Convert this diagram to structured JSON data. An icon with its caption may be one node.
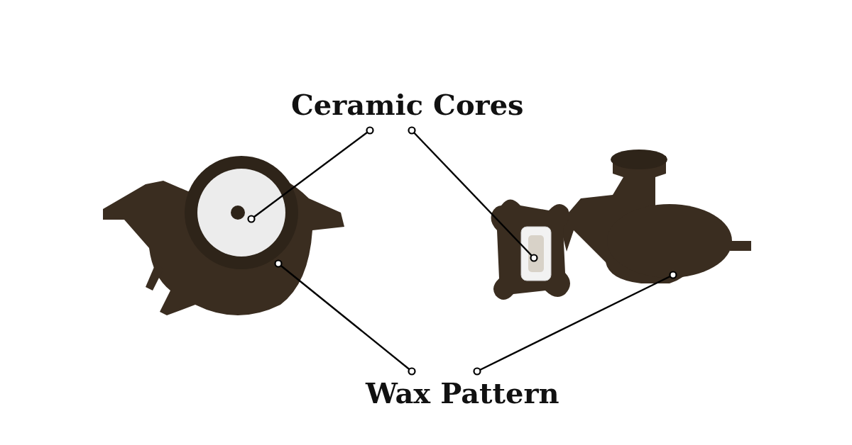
{
  "diagram": {
    "nodes": [
      {
        "text": [
          "Ceramic Cores"
        ]
      },
      {
        "text": [],
        "shape": "picture"
      },
      {
        "text": [],
        "shape": "picture",
        "in": 1
      },
      {
        "text": [],
        "shape": "picture"
      },
      {
        "text": [],
        "shape": "picture",
        "in": 3
      },
      {
        "text": [
          "Wax Pattern"
        ]
      }
    ],
    "edges": [
      {
        "from": 0,
        "to": 2,
        "arrow": "other"
      },
      {
        "from": 0,
        "to": 4,
        "arrow": "other"
      },
      {
        "from": 5,
        "to": 1,
        "arrow": "other"
      },
      {
        "from": 5,
        "to": 3,
        "arrow": "other"
      }
    ]
  }
}
